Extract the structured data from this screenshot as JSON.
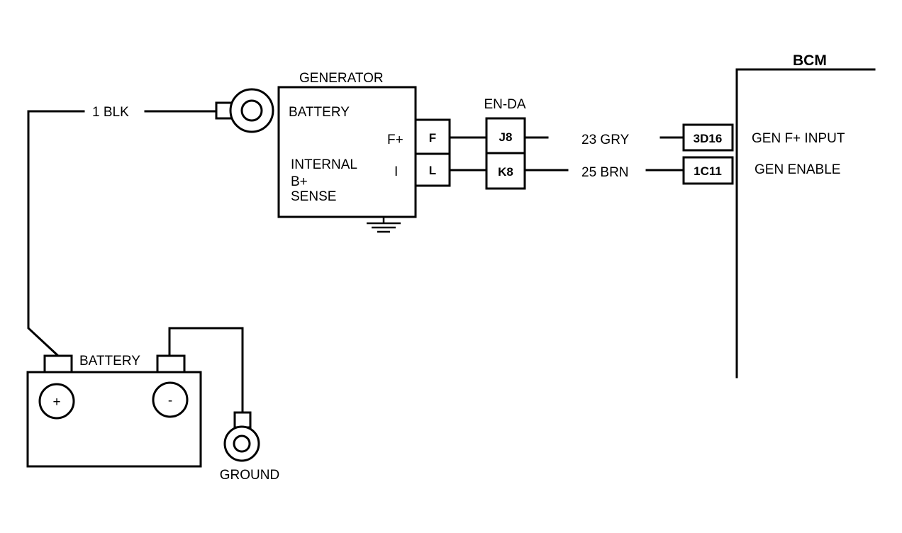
{
  "generator": {
    "title": "GENERATOR",
    "battery_label": "BATTERY",
    "internal_label_1": "INTERNAL",
    "internal_label_2": "B+",
    "internal_label_3": "SENSE",
    "fplus_label": "F+",
    "i_label": "I",
    "pin_f": "F",
    "pin_l": "L"
  },
  "connector": {
    "name": "EN-DA",
    "pin_j8": "J8",
    "pin_k8": "K8"
  },
  "wires": {
    "battery_wire": "1 BLK",
    "gry_wire": "23 GRY",
    "brn_wire": "25 BRN"
  },
  "bcm": {
    "title": "BCM",
    "pin_3d16": "3D16",
    "pin_1c11": "1C11",
    "gen_fplus_input": "GEN F+ INPUT",
    "gen_enable": "GEN ENABLE"
  },
  "battery": {
    "label": "BATTERY",
    "plus": "+",
    "minus": "-"
  },
  "ground": {
    "label": "GROUND"
  }
}
